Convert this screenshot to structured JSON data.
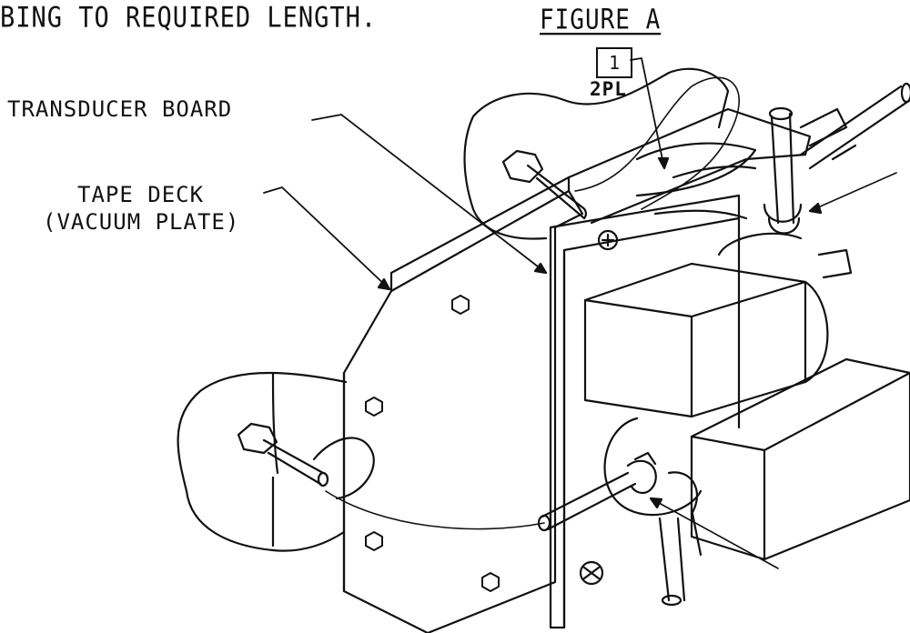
{
  "notes": {
    "top_text": "BING TO REQUIRED LENGTH."
  },
  "figure": {
    "title": "FIGURE A",
    "ref_item_number": "1",
    "ref_quantity": "2PL"
  },
  "labels": {
    "transducer_board": "TRANSDUCER BOARD",
    "tape_deck_line1": "TAPE DECK",
    "tape_deck_line2": "(VACUUM PLATE)"
  }
}
